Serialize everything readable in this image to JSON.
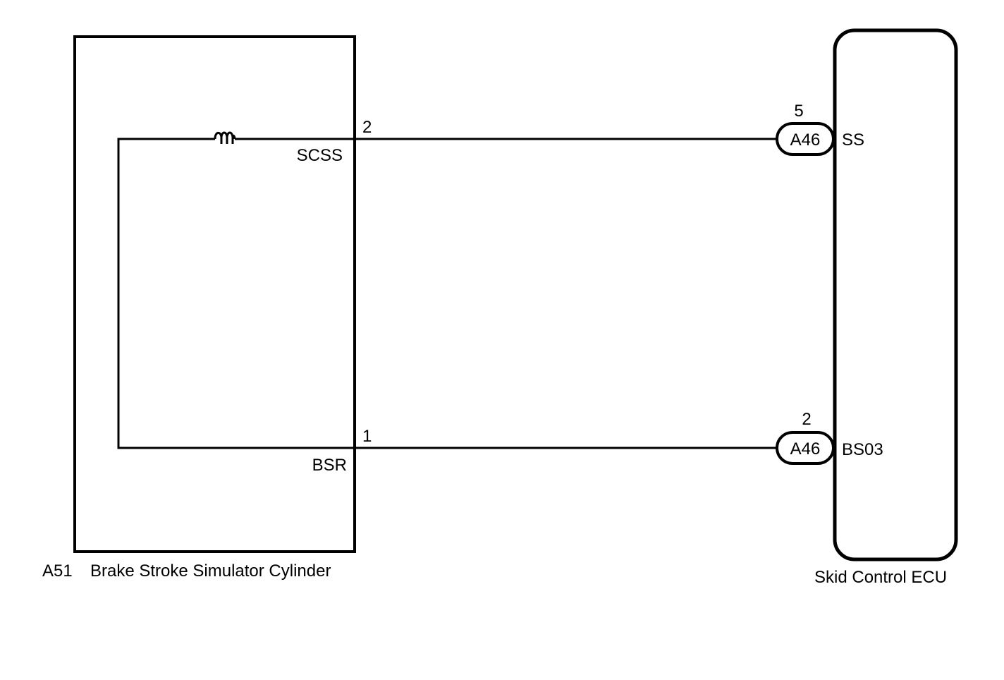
{
  "components": {
    "cylinder": {
      "code": "A51",
      "name": "Brake Stroke Simulator Cylinder",
      "pins": [
        {
          "number": "2",
          "name": "SCSS"
        },
        {
          "number": "1",
          "name": "BSR"
        }
      ]
    },
    "ecu": {
      "name": "Skid Control ECU",
      "connectors": [
        {
          "connector": "A46",
          "pin": "5",
          "terminal": "SS"
        },
        {
          "connector": "A46",
          "pin": "2",
          "terminal": "BS03"
        }
      ]
    }
  },
  "colors": {
    "line": "#000000",
    "background": "#ffffff"
  },
  "icons": {
    "sensor_symbol": "coil-sensor-icon"
  }
}
